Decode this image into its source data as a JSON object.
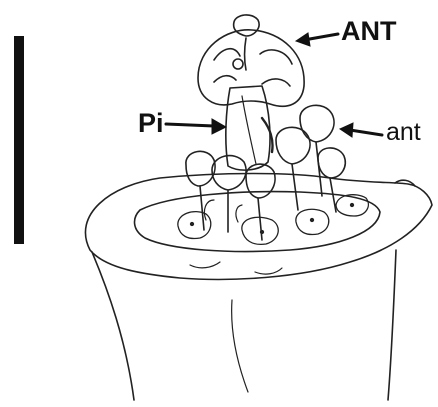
{
  "figure": {
    "labels": {
      "ant_upper": "ANT",
      "pistil": "Pi",
      "ant_lower": "ant"
    },
    "scale_bar_present": true,
    "colors": {
      "ink": "#111111",
      "background": "#ffffff"
    }
  }
}
